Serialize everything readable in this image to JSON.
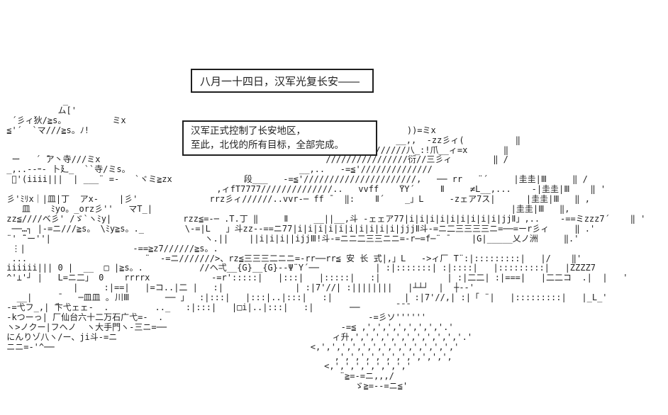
{
  "scene": {
    "background": "#ffffff",
    "ink": "#1e1e1e",
    "description": "monochrome ASCII-art castle gate scene with narration boxes"
  },
  "narration": {
    "box1": {
      "lines": [
        "八月一十四日，汉军光复长安――"
      ]
    },
    "box2": {
      "lines": [
        "汉军正式控制了长安地区，",
        "至此，北伐的所有目标，全部完成。"
      ]
    }
  },
  "ascii_art": {
    "plaque_text": "安 长 式",
    "gate_sign": "大手門",
    "fief_sign": "仙台六十二万石",
    "lines": [
      "            _",
      "           ム['",
      "  ´彡ィ狄/≧s。         ミx",
      " ≦'´  `マ///≧s。ﾉ!                                                              ))=ミx",
      "                                                                             __,,  -zz彡ィ(          ‖",
      "                                                                  -=≦//////////八_:!爪__ィ=x       ‖",
      "  ー   ´ ̄ア丶寺///ミx                                            ////////////////衍//三彡ィ        ‖ /",
      " _,..--ｰ- 卜廴_  ``寺/ミs。                                 __,..   -=≦'//////////////",
      "  ﾞ'(iiii|||  | ___¨ =-   `ヾミ≧zx              段___   -=≦'//////////////////////,   ── rr   ¨´     |圭圭|Ⅲ     ‖ /",
      "                                          ,ィfT7777//////////////..   vvff    ̄YY´     Ⅱ     ≠L__,...    -|圭圭|Ⅲ    ‖ '",
      " 彡'ﾐﾘx｜|皿|丁  アx-    |彡'              rrz彡ィ//////..vvr-─ ff ̄   ‖:    Ⅱ´    _」L     -zェア7ス|      |圭圭|Ⅲ   ‖ ,",
      "    皿    ﾐyo。_orz彡''   マT_|                                                                      |圭圭|Ⅲ   ‖,",
      " zz≦////ベ彡' /ゞ`ヽﾐy|              rzz≦=-─ .T.丁 ‖     Ⅱ     __||__,斗 -ェェア77|i|i|i|i|i|i|i|i|i|jjⅡ」,..    -==ミzzz7´    ‖ '",
      "  ──…┐ |-=ニ///≧s。 \\ﾐy≧s。._        \\-=|L   」斗zz--==ニ77|i|i|i|i|i|i|i|i|i|i|jjjⅡ斗-=ニ二三三三三ニ=──=ーr彡ィ     ‖ .'",
      " ¨' ̄¨ー''|                              ヽ.||    ||i|i|i||ijjⅢ!斗-=ニニ二三三ニニ=-r─=f─¨ ̄     |G|_____乂ノ洲     ‖.'",
      "  ⋮|                     -==≧z7//////≧s。.",
      "  ...                       ¨  -=ニ///////>、rz≦三三三二ニニ=-rr──rr≦ 安 长 式|,」L   ->ィ厂 T¨:|:::::::::|   |/    ‖'",
      " iiiiii||| 0 |  __  □ |≧s。.           //ヘ弌__{G}__{G}--Ψ¨Y´──           | :|:::::::| :|::::|   |:::::::::|   |ZZZZ7",
      " ^'⊥'┘ |   L=ニ二」 0    rrrrx            -=r':::::|   |:::|   |:::::|   :|             | :|二二| :|===|   |二二コ  .|  |   '",
      "              |     :|==|   |=コ..|二 |   :|              | :|7'//| :||||||||   |┴┴┘  |  ┼--'",
      "   __|     ̄    ─皿皿 ｡ 川Ⅲ       ── 」  :|:::|   |:::|..|:::|   :|              | :|7'//,| :|「 ¨|   |:::::::::|   |_L_'",
      " -=弋フ_,| ̄卞弋ェェ-  .         .._   :|:::|   |□i|..|:::|   :|       ──       ̄ ̄ ̄",
      " -kつーっ| ̄厂仙台六十二万石广弋=-  .                                        -=彡ソ''''''",
      " ヽ>ノクー|フヘノ  ヽ大手門ヽ-三ニ=──                                  -=≦ ,',',',',',',','.'",
      " にんりゾ八ヽ/ー、ji斗-=ニ                                          ィ升,',',',',',',',',',','.'",
      " ニニ=-'^──                                                  <,',',',',',',',',',',',',','",
      "                                                                 ,',',',',',',',',',',',",
      "                                                               <,',',',',',',','",
      "                                                                  ¨≧=-=ニ,,,/",
      "                                                                     ゞ≧=--=ニ≦'"
    ]
  }
}
